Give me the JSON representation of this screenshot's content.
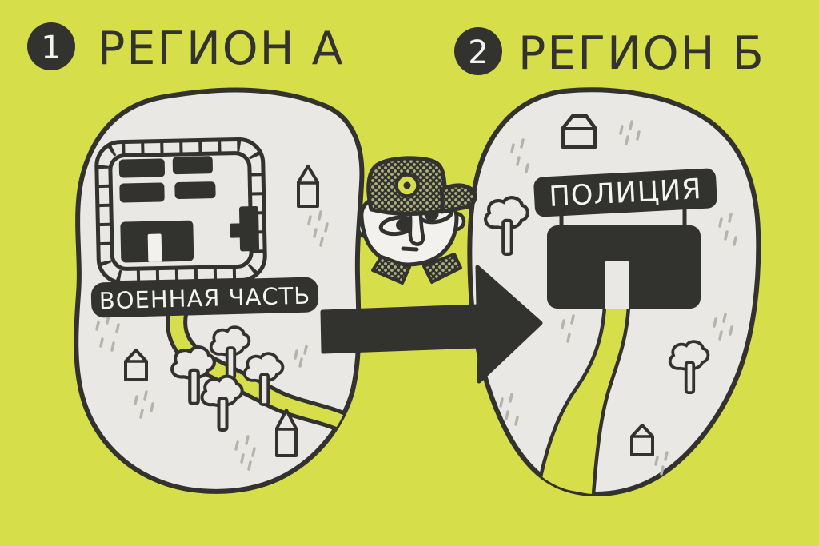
{
  "colors": {
    "bg": "#d6de4a",
    "ink": "#32322e",
    "paper": "#e9e8e4",
    "paper-bright": "#f2f1ed",
    "dash": "#b4b4ad",
    "dot": "#b0b180",
    "label-text": "#f4f3ef"
  },
  "steps": [
    {
      "number": "1",
      "title": "РЕГИОН А",
      "place_label": "ВОЕННАЯ ЧАСТЬ"
    },
    {
      "number": "2",
      "title": "РЕГИОН Б",
      "place_label": "ПОЛИЦИЯ"
    }
  ],
  "icons": {
    "between": [
      "officer-face-icon",
      "transfer-arrow-icon"
    ],
    "region_a": [
      "military-compound",
      "watch-tower-icon",
      "river",
      "tree-icon",
      "house-icon"
    ],
    "region_b": [
      "police-station",
      "road",
      "tree-icon",
      "house-icon"
    ]
  }
}
